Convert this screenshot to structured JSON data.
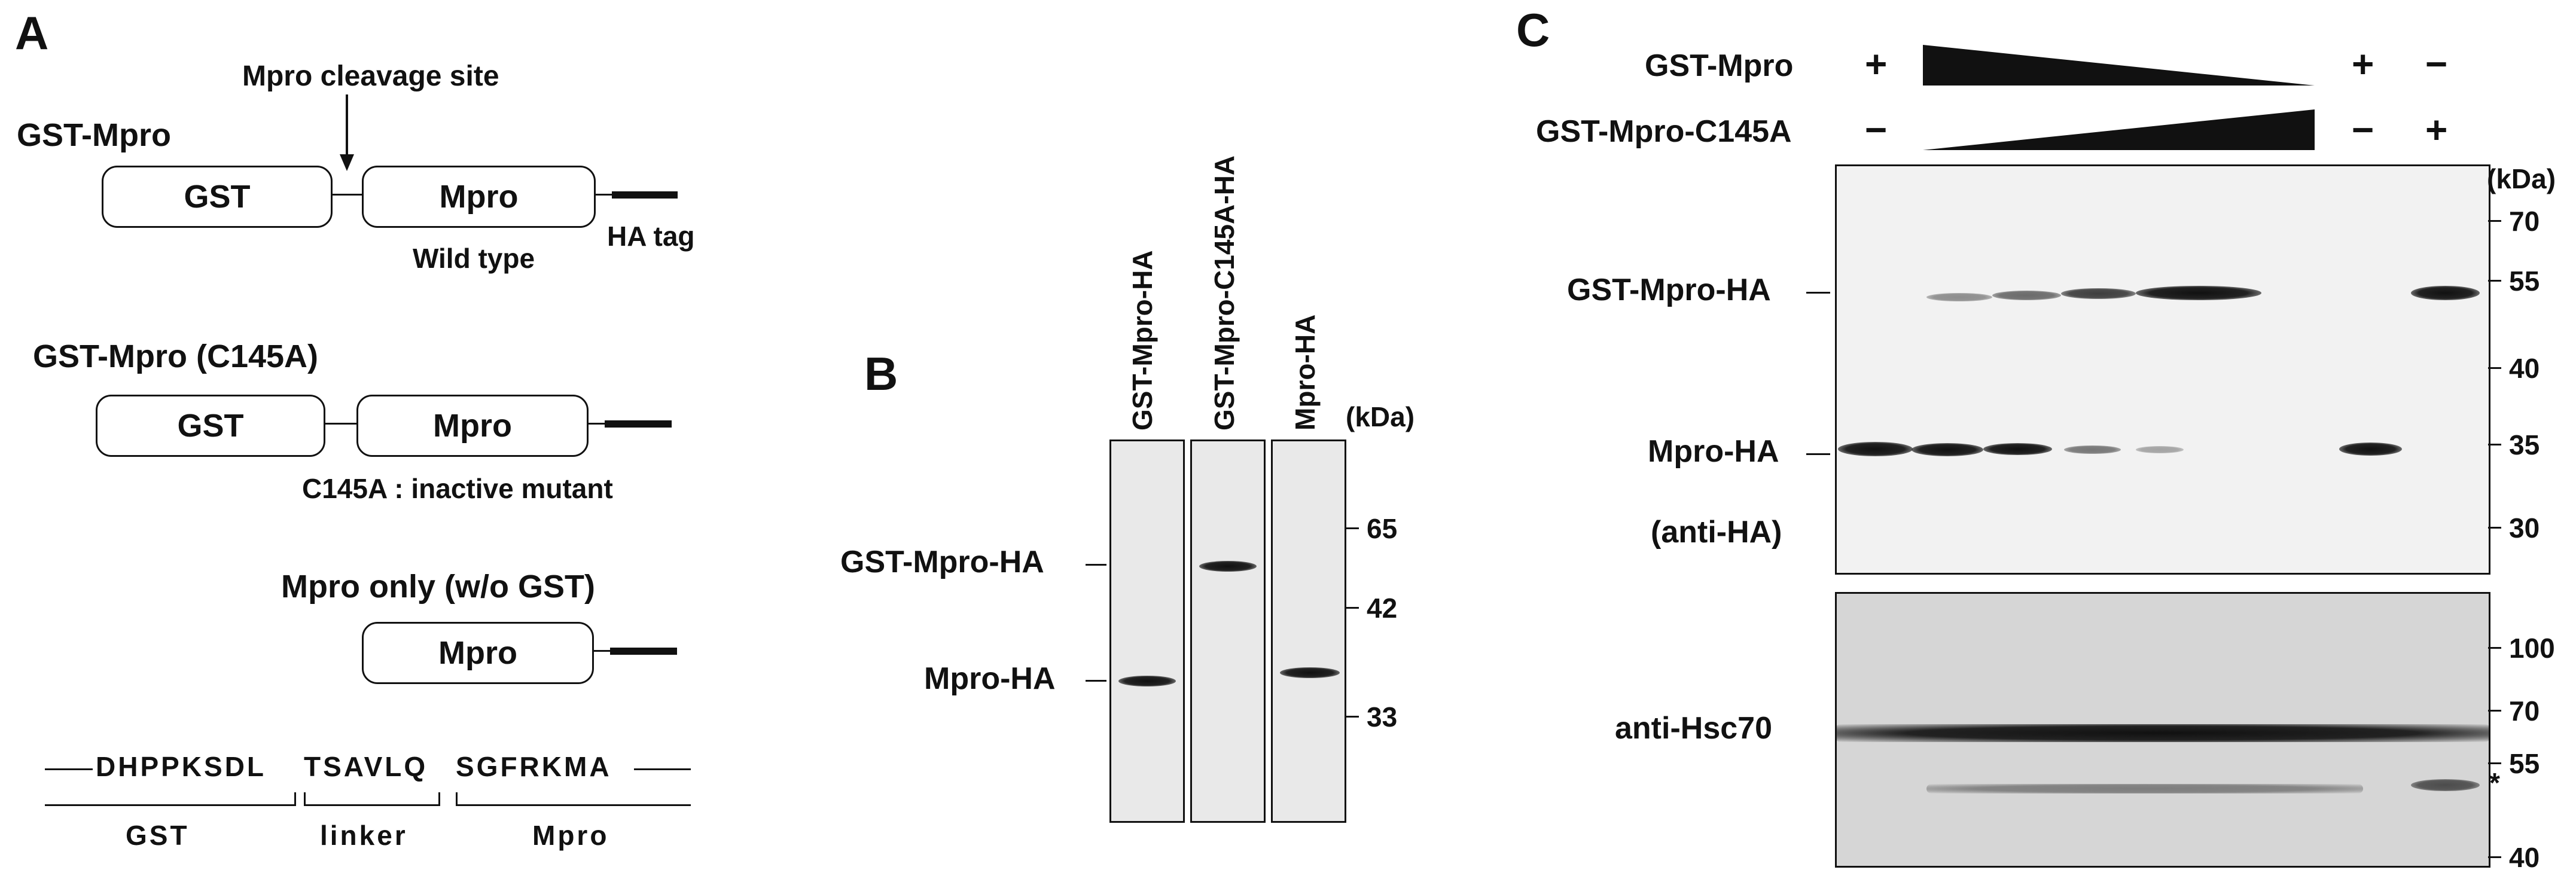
{
  "panelA": {
    "letter": "A",
    "construct1_title": "GST-Mpro",
    "cleavage_label": "Mpro cleavage site",
    "box_gst": "GST",
    "box_mpro": "Mpro",
    "wild_type": "Wild type",
    "ha_tag": "HA tag",
    "construct2_title": "GST-Mpro (C145A)",
    "inactive_label": "C145A : inactive mutant",
    "construct3_title": "Mpro only (w/o GST)",
    "seq_gst": "DHPPKSDL",
    "seq_linker": "TSAVLQ",
    "seq_mpro": "SGFRKMA",
    "region_gst": "GST",
    "region_linker": "linker",
    "region_mpro": "Mpro"
  },
  "panelB": {
    "letter": "B",
    "lanes": [
      "GST-Mpro-HA",
      "GST-Mpro-C145A-HA",
      "Mpro-HA"
    ],
    "kda_label": "(kDa)",
    "markers": [
      "65",
      "42",
      "33"
    ],
    "band_labels": [
      "GST-Mpro-HA",
      "Mpro-HA"
    ]
  },
  "panelC": {
    "letter": "C",
    "row1_label": "GST-Mpro",
    "row2_label": "GST-Mpro-C145A",
    "row1_signs": [
      "+",
      "+",
      "−"
    ],
    "row2_signs": [
      "−",
      "−",
      "+"
    ],
    "kda_label": "(kDa)",
    "top_markers": [
      "70",
      "55",
      "40",
      "35",
      "30"
    ],
    "band_labels": [
      "GST-Mpro-HA",
      "Mpro-HA",
      "(anti-HA)"
    ],
    "bottom_label": "anti-Hsc70",
    "bottom_markers": [
      "100",
      "70",
      "55",
      "40"
    ],
    "asterisk": "*"
  }
}
